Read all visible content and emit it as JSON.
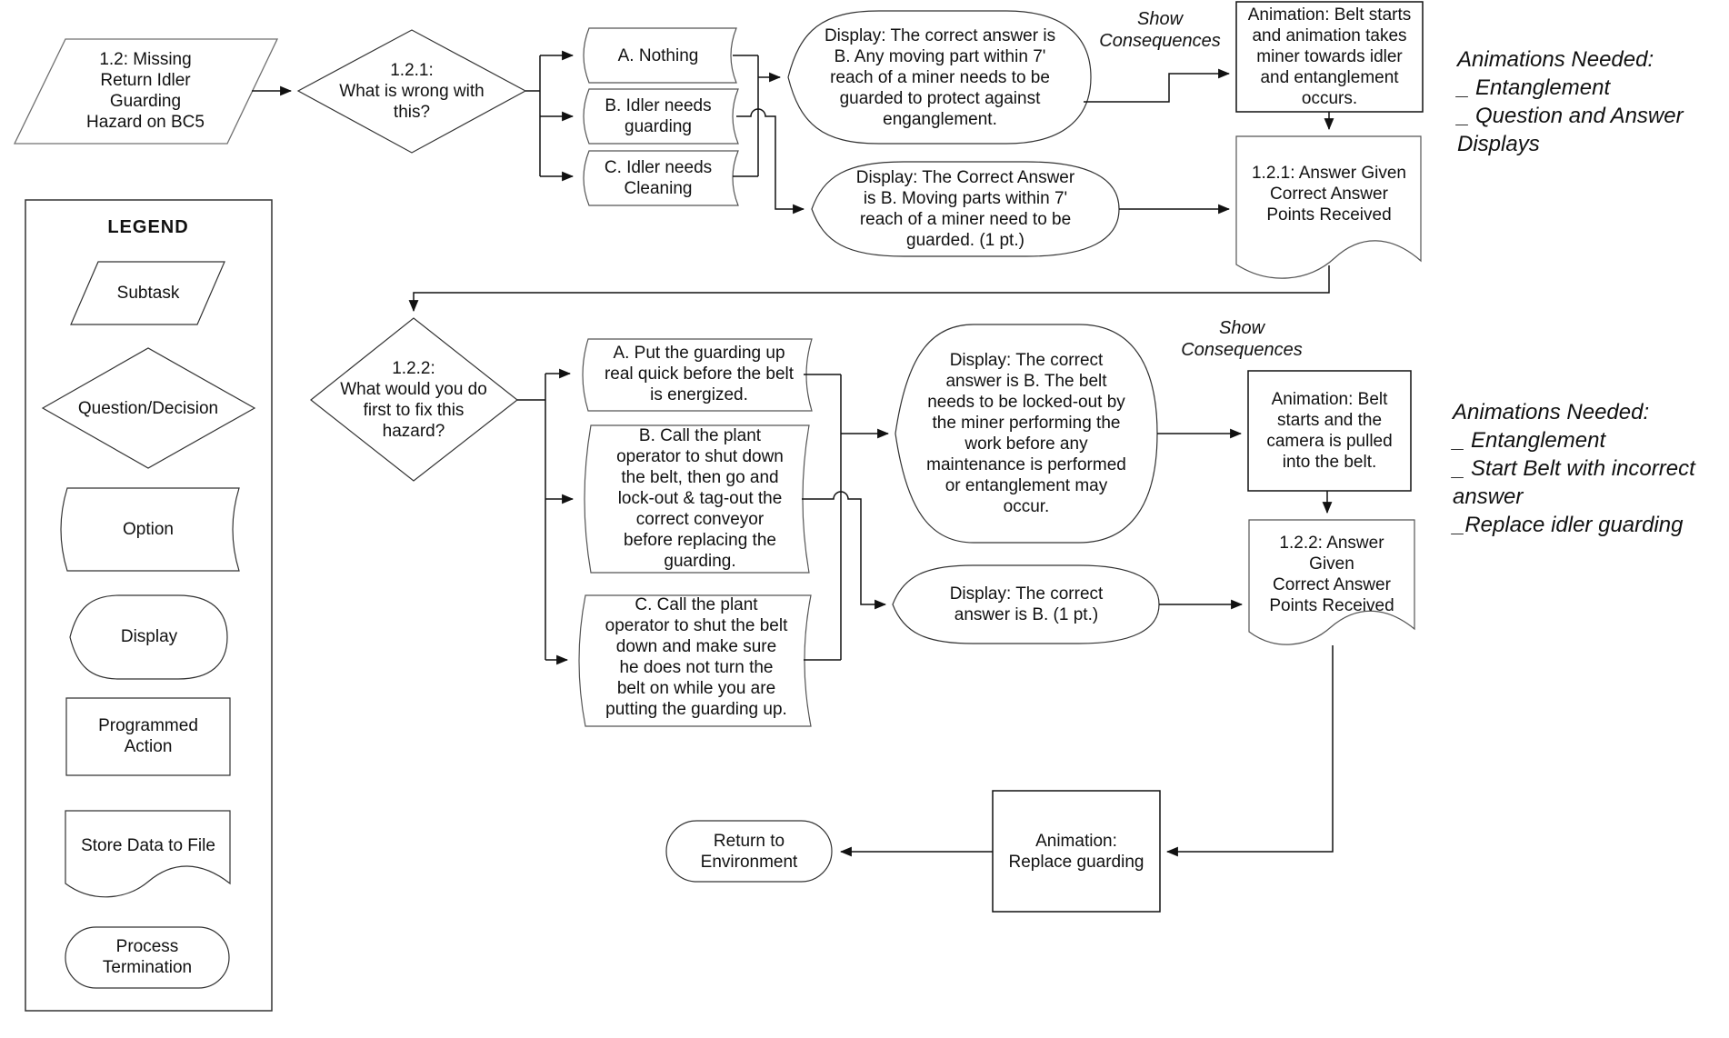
{
  "flow": {
    "subtask": "1.2: Missing\nReturn Idler\nGuarding\nHazard on BC5",
    "question1": "1.2.1:\nWhat is wrong with\nthis?",
    "option_a1": "A. Nothing",
    "option_b1": "B. Idler needs\nguarding",
    "option_c1": "C. Idler needs\nCleaning",
    "display_wrong1": "Display: The correct answer is\nB.  Any moving part within 7'\nreach of a miner needs to be\nguarded to protect against\nenganglement.",
    "show_consequences1": "Show\nConsequences",
    "animation1": "Animation: Belt starts\nand animation takes\nminer towards idler\nand entanglement\noccurs.",
    "store1": "1.2.1: Answer Given\nCorrect Answer\nPoints Received",
    "display_correct1": "Display: The Correct Answer\nis B.  Moving parts within 7'\nreach of a miner need to be\nguarded. (1 pt.)",
    "question2": "1.2.2:\nWhat would you do\nfirst to fix this\nhazard?",
    "option_a2": "A. Put the guarding up\nreal quick before the belt\nis energized.",
    "option_b2": "B. Call the plant\noperator to shut down\nthe belt, then go and\nlock-out & tag-out the\ncorrect conveyor\nbefore replacing the\nguarding.",
    "option_c2": "C. Call the plant\noperator to shut the belt\ndown and make sure\nhe does not turn the\nbelt on while you are\nputting the guarding up.",
    "display_wrong2": "Display: The correct\nanswer is B.  The belt\nneeds to be locked-out by\nthe miner performing the\nwork before any\nmaintenance is performed\nor entanglement may\noccur.",
    "show_consequences2": "Show\nConsequences",
    "animation2": "Animation: Belt\nstarts and the\ncamera is pulled\ninto the belt.",
    "store2": "1.2.2: Answer\nGiven\nCorrect Answer\nPoints Received",
    "display_correct2": "Display: The correct\nanswer is B. (1 pt.)",
    "animation3": "Animation:\nReplace guarding",
    "terminator": "Return to\nEnvironment"
  },
  "annotations": {
    "first": "Animations Needed:\n_ Entanglement\n_ Question and Answer\nDisplays",
    "second": "Animations Needed:\n_ Entanglement\n_ Start Belt with incorrect\nanswer\n_Replace idler guarding"
  },
  "legend": {
    "title": "LEGEND",
    "subtask": "Subtask",
    "question_decision": "Question/Decision",
    "option": "Option",
    "display": "Display",
    "programmed_action": "Programmed\nAction",
    "store_data": "Store Data to File",
    "process_termination": "Process\nTermination"
  },
  "colors": {
    "stroke": "#333333",
    "connector": "#111111",
    "background": "#ffffff"
  }
}
